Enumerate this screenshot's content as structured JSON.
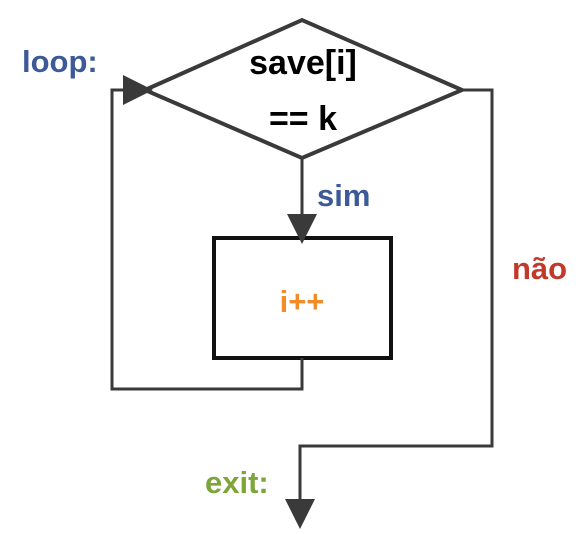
{
  "diagram": {
    "labels": {
      "loop": "loop:",
      "condition_line1": "save[i]",
      "condition_line2": "== k",
      "yes": "sim",
      "increment": "i++",
      "no": "não",
      "exit": "exit:"
    },
    "colors": {
      "loop": "#3D5A98",
      "yes": "#3D5A98",
      "no": "#C0392B",
      "exit": "#7DA53A",
      "increment": "#F28C28",
      "stroke": "#3A3A3A",
      "text": "#000000"
    }
  }
}
